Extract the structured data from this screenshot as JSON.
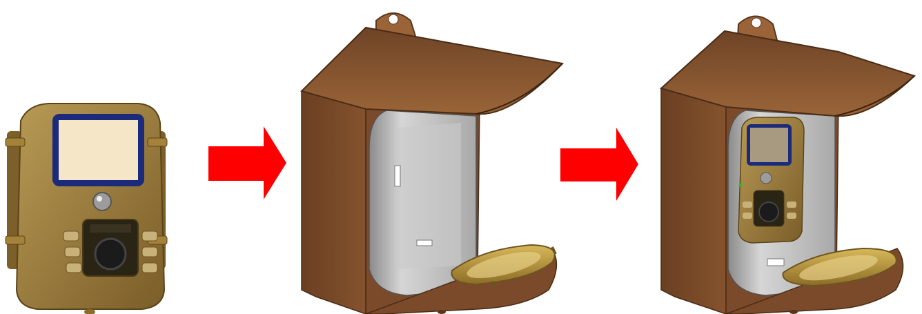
{
  "figure": {
    "steps": [
      {
        "id": "camera",
        "icon": "trail-camera-icon"
      },
      {
        "id": "feeder-empty",
        "icon": "bird-feeder-icon"
      },
      {
        "id": "feeder-with-camera",
        "icon": "bird-feeder-with-camera-icon"
      }
    ],
    "arrows": [
      {
        "icon": "red-arrow-right-icon",
        "color": "#ff0000"
      },
      {
        "icon": "red-arrow-right-icon",
        "color": "#ff0000"
      }
    ],
    "colors": {
      "camera_body": "#9a7a3a",
      "camera_screen": "#f6e6c8",
      "screen_frame": "#1b2a7a",
      "feeder_body": "#7a4a2a",
      "feeder_roof": "#8b5a33",
      "feeder_inner": "#b8b8b8",
      "tray": "#c7a44a",
      "arrow": "#ff0000"
    }
  }
}
